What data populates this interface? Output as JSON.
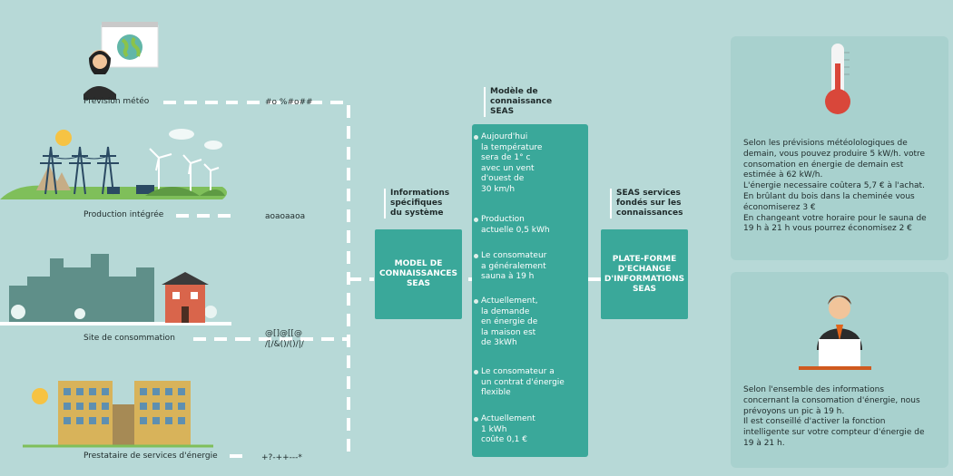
{
  "sources": {
    "meteo": {
      "label": "Prévision météo",
      "code": "#o %#o##"
    },
    "production": {
      "label": "Production intégrée",
      "code": "aoaoaaoa"
    },
    "site": {
      "label": "Site de consommation",
      "code_line1": "@[]@[[@",
      "code_line2": "/[/&()/()/|/"
    },
    "prestataire": {
      "label": "Prestataire de services d'énergie",
      "code": "+?-++---*"
    }
  },
  "headers": {
    "info": [
      "Informations",
      "spécifiques",
      "du système"
    ],
    "modele": [
      "Modèle de",
      "connaissance",
      "SEAS"
    ],
    "services": [
      "SEAS services",
      "fondés sur les",
      "connaissances"
    ]
  },
  "boxes": {
    "model": [
      "MODEL DE",
      "CONNAISSANCES",
      "SEAS"
    ],
    "platform": [
      "PLATE-FORME",
      "D'ECHANGE",
      "D'INFORMATIONS",
      "SEAS"
    ]
  },
  "knowledge": [
    [
      "Aujourd'hui",
      "la température",
      "sera de 1° c",
      "avec un vent",
      "d'ouest de",
      "30 km/h"
    ],
    [
      "Production",
      "actuelle 0,5 kWh"
    ],
    [
      "Le consomateur",
      "a généralement",
      "sauna à 19 h"
    ],
    [
      "Actuellement,",
      "la demande",
      "en énergie de",
      "la maison est",
      "de 3kWh"
    ],
    [
      "Le consomateur a",
      "un contrat d'énergie",
      "flexible"
    ],
    [
      "Actuellement",
      "1 kWh",
      "coûte 0,1 €"
    ]
  ],
  "cards": {
    "top": [
      "Selon les prévisions météolologiques de",
      "demain, vous pouvez produire 5 kW/h. votre",
      "consomation en énergie de demain est",
      "estimée à 62 kW/h.",
      "L'énergie necessaire coûtera 5,7  € à l'achat.",
      "En brûlant du bois dans la cheminée vous",
      "économiserez 3 €",
      "En changeant votre horaire pour le sauna de",
      "19 h à 21 h vous pourrez économisez 2 €"
    ],
    "bottom": [
      "Selon l'ensemble des informations",
      "concernant la consomation d'énergie, nous",
      "prévoyons un pic à 19 h.",
      "Il est conseillé d'activer la fonction",
      "intelligente sur votre compteur d'énergie de",
      "19 à 21 h."
    ]
  },
  "colors": {
    "background": "#b7d9d7",
    "teal": "#3aa89a",
    "card": "#a8d1ce"
  },
  "icons": [
    "presenter-icon",
    "globe-icon",
    "sun-icon",
    "pylon-icon",
    "wind-turbine-icon",
    "solar-panel-icon",
    "city-icon",
    "house-icon",
    "office-building-icon",
    "thermometer-icon",
    "businessman-icon",
    "laptop-icon"
  ]
}
